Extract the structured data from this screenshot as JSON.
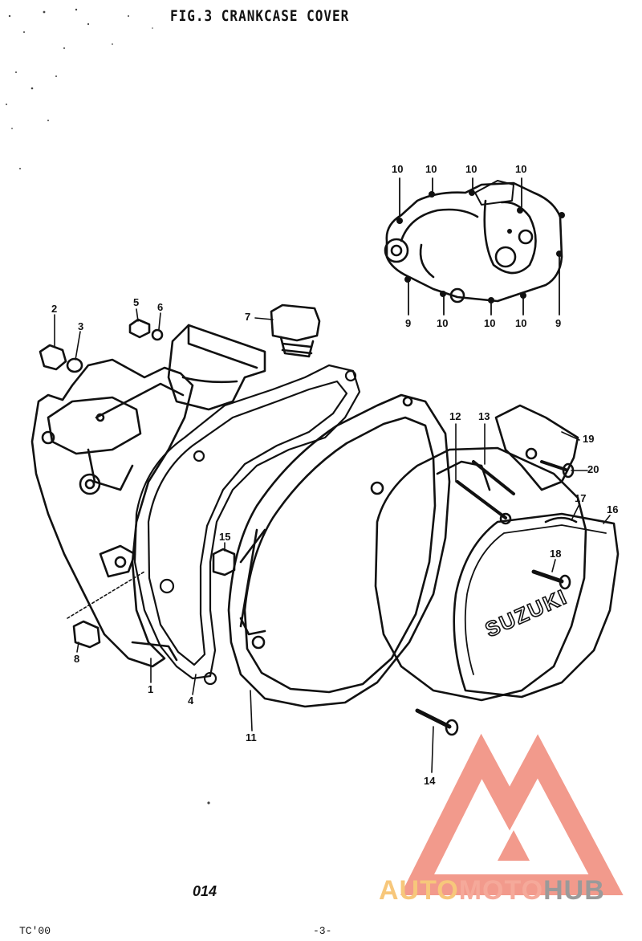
{
  "header": {
    "title": "FIG.3  CRANKCASE COVER"
  },
  "callouts": [
    {
      "id": "c-10a",
      "label": "10"
    },
    {
      "id": "c-10b",
      "label": "10"
    },
    {
      "id": "c-10c",
      "label": "10"
    },
    {
      "id": "c-10d",
      "label": "10"
    },
    {
      "id": "c-9a",
      "label": "9"
    },
    {
      "id": "c-10e",
      "label": "10"
    },
    {
      "id": "c-10f",
      "label": "10"
    },
    {
      "id": "c-10g",
      "label": "10"
    },
    {
      "id": "c-9b",
      "label": "9"
    },
    {
      "id": "c-2",
      "label": "2"
    },
    {
      "id": "c-3",
      "label": "3"
    },
    {
      "id": "c-5",
      "label": "5"
    },
    {
      "id": "c-6",
      "label": "6"
    },
    {
      "id": "c-7",
      "label": "7"
    },
    {
      "id": "c-12",
      "label": "12"
    },
    {
      "id": "c-13",
      "label": "13"
    },
    {
      "id": "c-19",
      "label": "19"
    },
    {
      "id": "c-20",
      "label": "20"
    },
    {
      "id": "c-17",
      "label": "17"
    },
    {
      "id": "c-16",
      "label": "16"
    },
    {
      "id": "c-18",
      "label": "18"
    },
    {
      "id": "c-15",
      "label": "15"
    },
    {
      "id": "c-8",
      "label": "8"
    },
    {
      "id": "c-1",
      "label": "1"
    },
    {
      "id": "c-4",
      "label": "4"
    },
    {
      "id": "c-11",
      "label": "11"
    },
    {
      "id": "c-14",
      "label": "14"
    }
  ],
  "cover_brand": "SUZUKI",
  "page_code": "014",
  "footer": {
    "model": "TC'00",
    "page": "-3-"
  },
  "watermark": {
    "part1": "AUTO",
    "part2": "MOTO",
    "part3": "HUB"
  },
  "colors": {
    "ink": "#111111",
    "logo_red": "#f29a8c",
    "logo_yellow": "#f7c77b",
    "logo_gray": "#9a9a9a"
  }
}
